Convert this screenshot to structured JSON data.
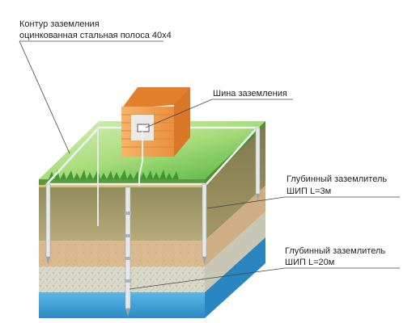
{
  "labels": {
    "contour_line1": "Контур заземления",
    "contour_line2": "оцинкованная стальная полоса 40х4",
    "bus": "Шина заземления",
    "rod3_line1": "Глубинный заземлитель",
    "rod3_line2": "ШИП  L=3м",
    "rod20_line1": "Глубинный заземлитель",
    "rod20_line2": "ШИП  L=20м"
  },
  "colors": {
    "grass_top": "#b9e08a",
    "grass_front": "#4aa53a",
    "topsoil": "#a9a070",
    "sand": "#d9b78c",
    "gravel": "#d7d6c6",
    "water": "#3ea3d9",
    "house": "#f2a75b",
    "leader": "#444444",
    "rod": "#e9ecef"
  }
}
